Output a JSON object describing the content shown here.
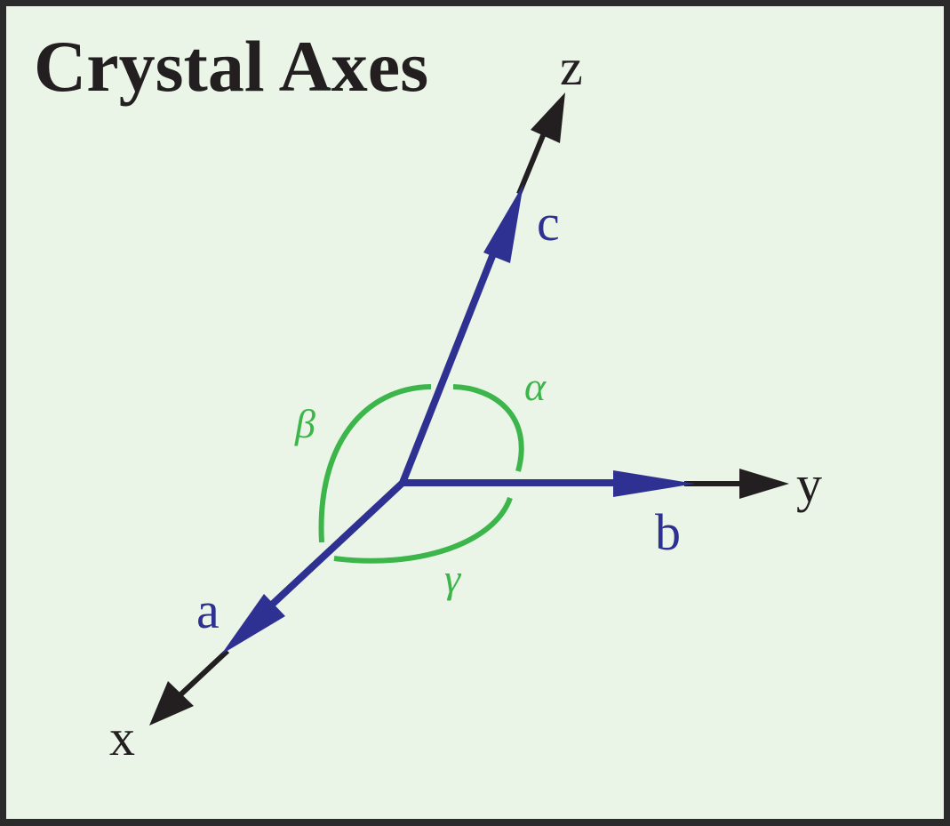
{
  "title": "Crystal Axes",
  "axes": {
    "x": "x",
    "y": "y",
    "z": "z"
  },
  "vectors": {
    "a": "a",
    "b": "b",
    "c": "c"
  },
  "angles": {
    "alpha": "α",
    "beta": "β",
    "gamma": "γ"
  },
  "colors": {
    "background": "#eaf5e8",
    "frame": "#2b2b2b",
    "axis": "#231f20",
    "vector": "#2e3192",
    "angle": "#3cb54a"
  }
}
